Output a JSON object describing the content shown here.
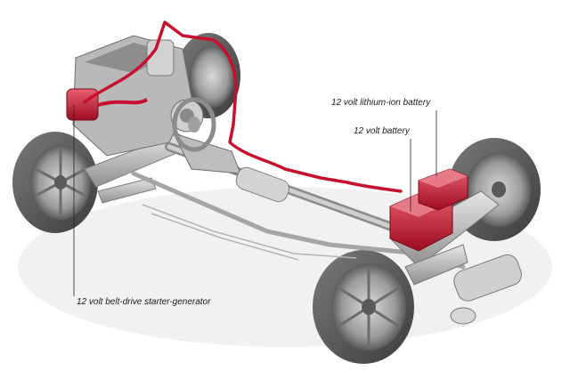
{
  "callouts": {
    "lithium_ion_battery": "12 volt lithium-ion battery",
    "battery_12v": "12 volt battery",
    "starter_generator": "12 volt belt-drive starter-generator"
  },
  "colors": {
    "highlight_red": "#c8102e",
    "chassis_grey": "#9a9a9a",
    "background": "#ffffff"
  }
}
